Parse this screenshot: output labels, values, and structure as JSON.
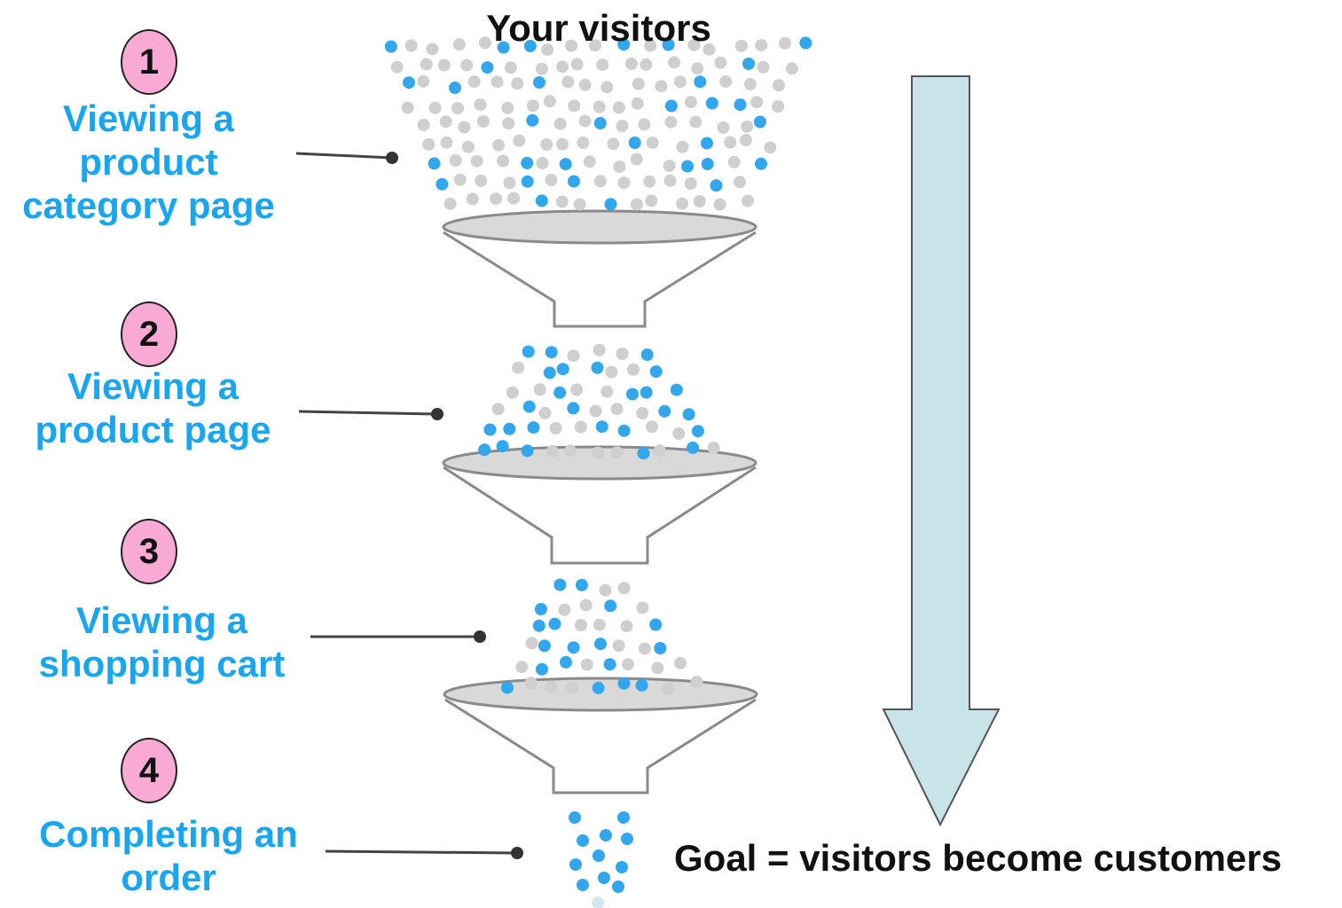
{
  "title": "Your visitors",
  "goal": "Goal = visitors become customers",
  "steps": [
    {
      "number": "1",
      "lines": [
        "Viewing a",
        "product",
        "category page"
      ]
    },
    {
      "number": "2",
      "lines": [
        "Viewing a",
        "product page"
      ]
    },
    {
      "number": "3",
      "lines": [
        "Viewing a",
        "shopping cart"
      ]
    },
    {
      "number": "4",
      "lines": [
        "Completing an",
        "order"
      ]
    }
  ],
  "colors": {
    "label": "#1aa6ee",
    "badge": "#f8a9d4",
    "dot_blue": "#33a7ee",
    "dot_gray": "#cfcfcf",
    "funnel_rim": "#d9d9d9",
    "funnel_stroke": "#8a8a8a",
    "arrow_fill": "#c8e4e8"
  }
}
